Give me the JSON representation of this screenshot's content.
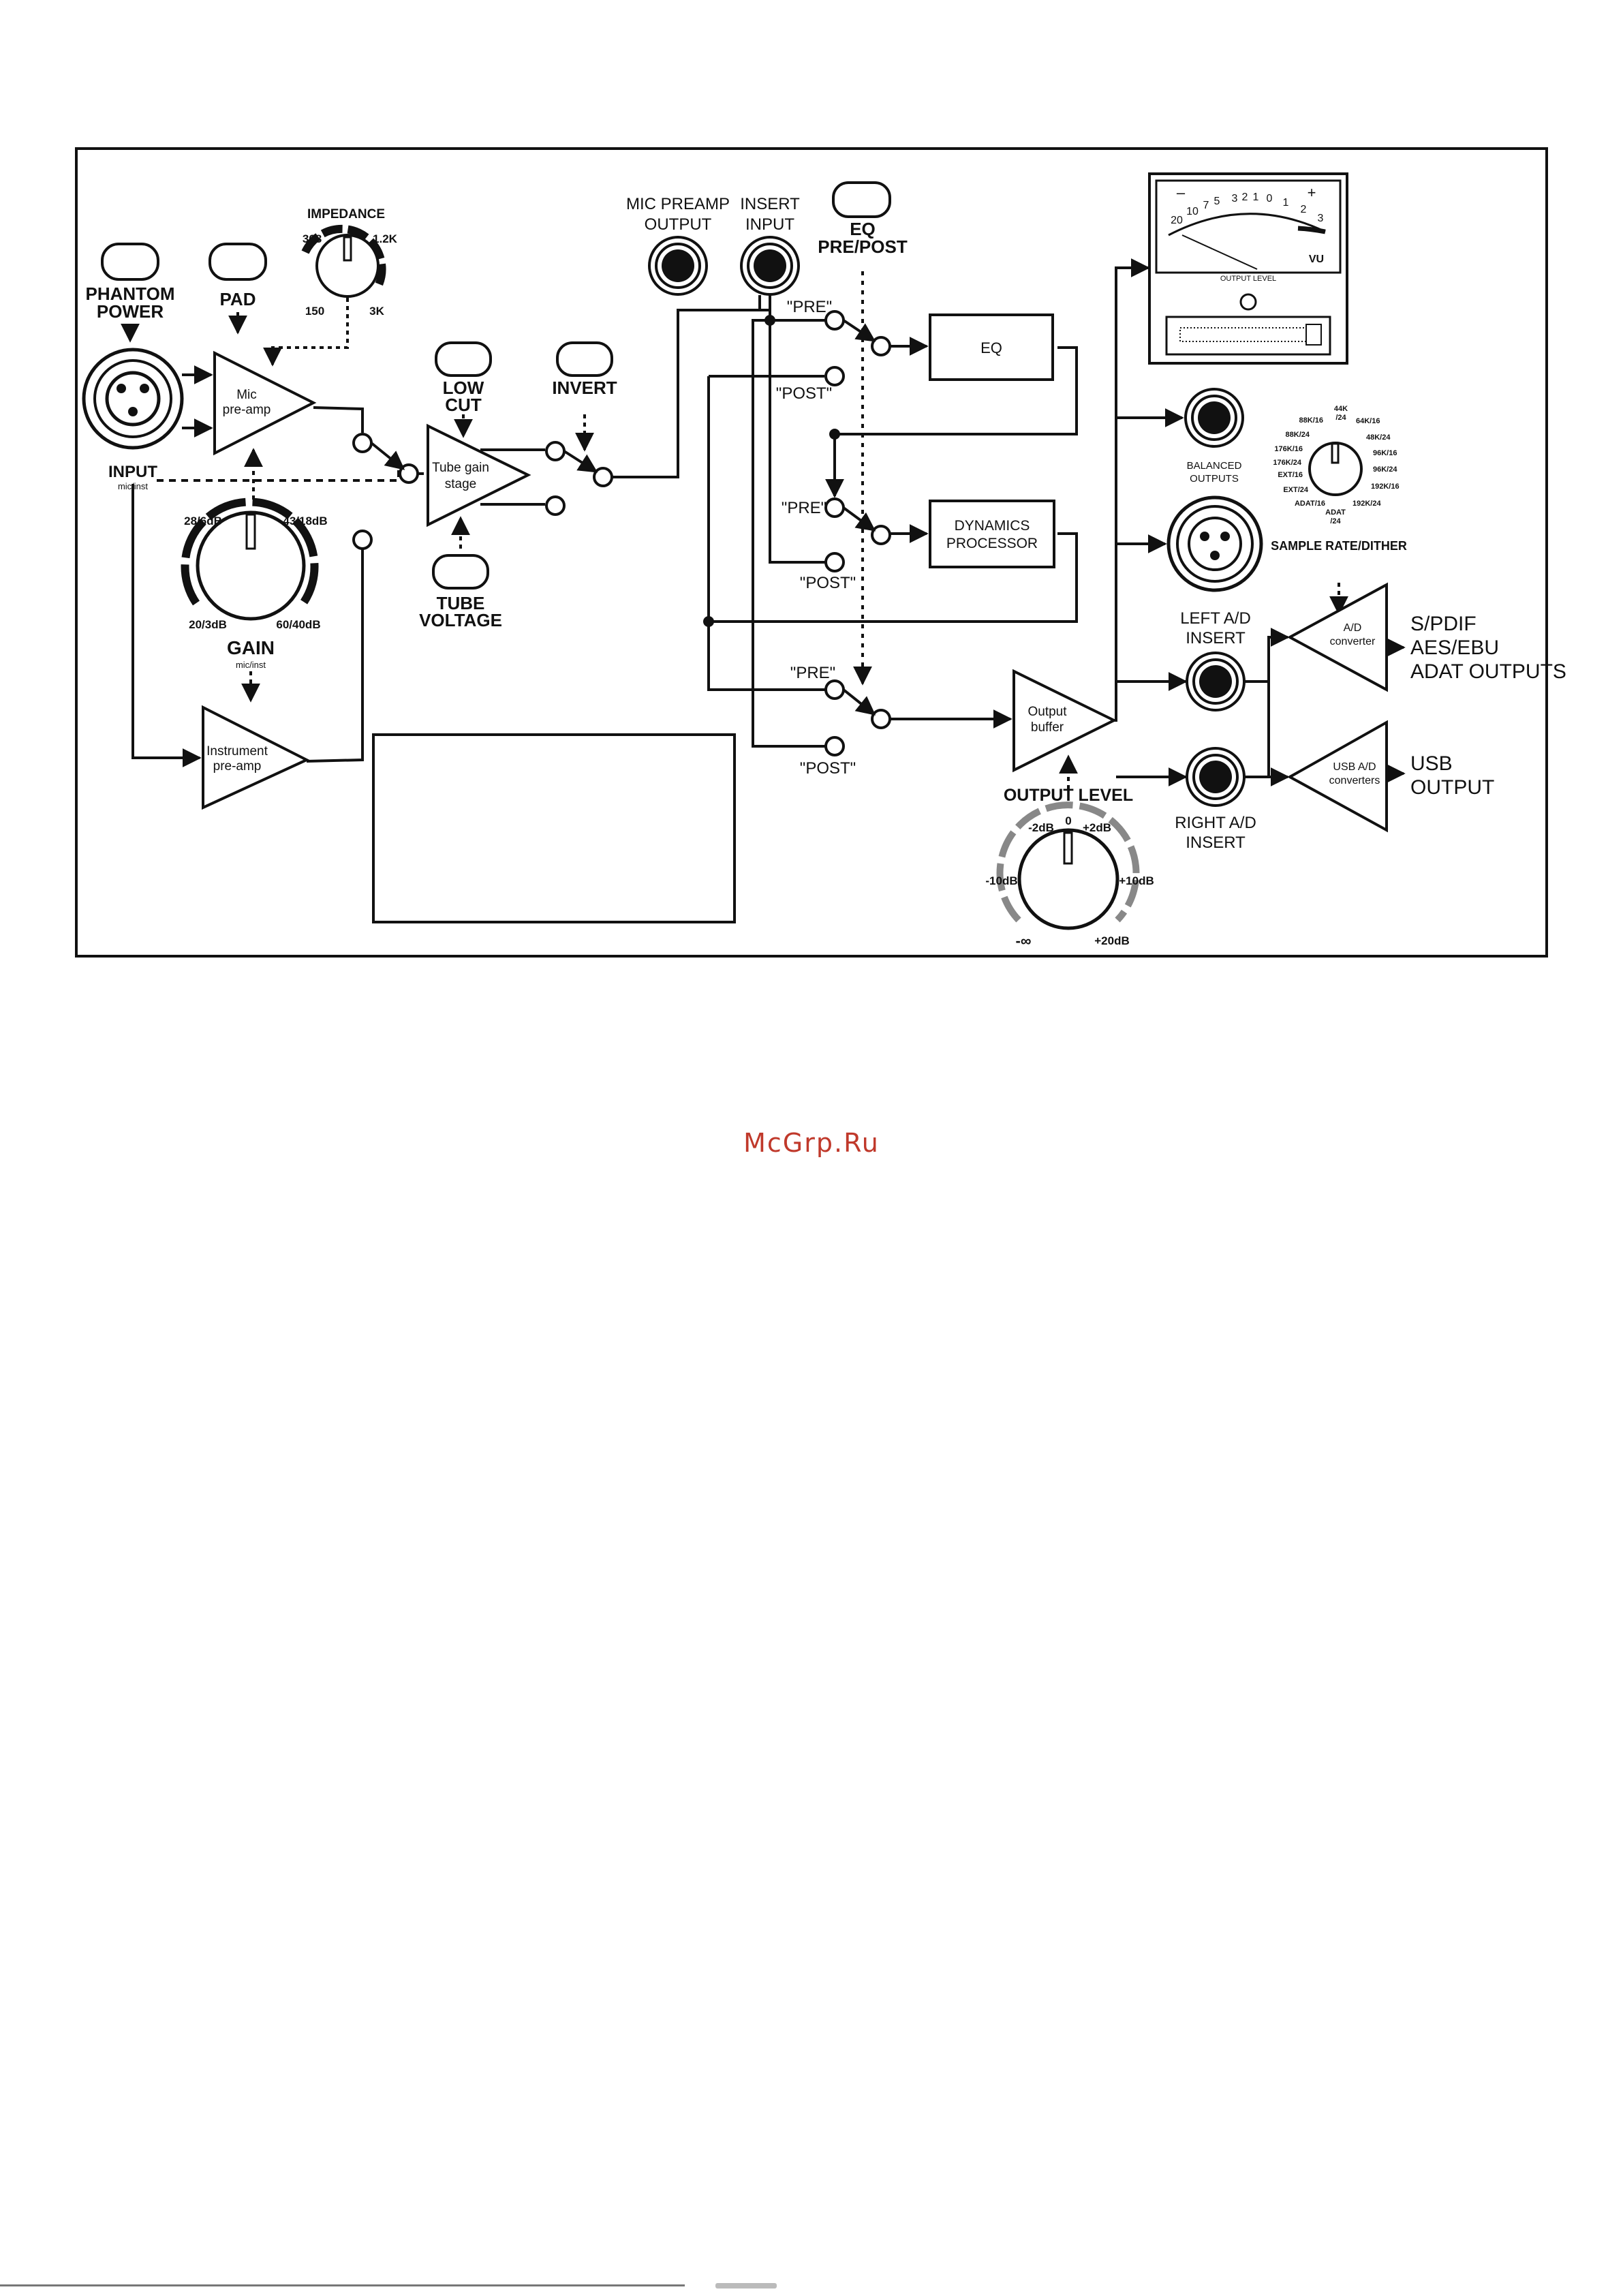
{
  "labels": {
    "phantom_power": [
      "PHANTOM",
      "POWER"
    ],
    "pad": "PAD",
    "impedance": "IMPEDANCE",
    "impedance_ticks": [
      "368",
      "1.2K",
      "150",
      "3K"
    ],
    "input": "INPUT",
    "input_sub": "mic/inst",
    "mic_preamp": [
      "Mic",
      "pre-amp"
    ],
    "gain_ticks": [
      "28/6dB",
      "43/18dB",
      "20/3dB",
      "60/40dB"
    ],
    "gain": "GAIN",
    "gain_sub": "mic/inst",
    "instrument_preamp": [
      "Instrument",
      "pre-amp"
    ],
    "low_cut": [
      "LOW",
      "CUT"
    ],
    "invert": "INVERT",
    "tube_gain_stage": [
      "Tube gain",
      "stage"
    ],
    "tube_voltage": [
      "TUBE",
      "VOLTAGE"
    ],
    "mic_preamp_output": [
      "MIC PREAMP",
      "OUTPUT"
    ],
    "insert_input": [
      "INSERT",
      "INPUT"
    ],
    "eq_pre_post": [
      "EQ",
      "PRE/POST"
    ],
    "pre": "\"PRE\"",
    "post": "\"POST\"",
    "eq": "EQ",
    "dynamics_processor": [
      "DYNAMICS",
      "PROCESSOR"
    ],
    "output_buffer": [
      "Output",
      "buffer"
    ],
    "output_level": "OUTPUT LEVEL",
    "output_level_ticks": [
      "0",
      "-2dB",
      "+2dB",
      "-10dB",
      "+10dB",
      "-∞",
      "+20dB"
    ],
    "vu_scale_top": [
      "20",
      "10",
      "7",
      "5",
      "3",
      "2",
      "1",
      "0",
      "1",
      "2",
      "3"
    ],
    "vu_minus": "–",
    "vu_plus": "+",
    "vu": "VU",
    "vu_caption": "OUTPUT LEVEL",
    "balanced_outputs": [
      "BALANCED",
      "OUTPUTS"
    ],
    "sample_rates": [
      "44K",
      "/24",
      "64K/16",
      "48K/24",
      "96K/16",
      "96K/24",
      "192K/16",
      "192K/24",
      "ADAT",
      "/24",
      "ADAT/16",
      "EXT/24",
      "EXT/16",
      "176K/24",
      "176K/16",
      "88K/24",
      "88K/16"
    ],
    "sample_rate_dither": "SAMPLE RATE/DITHER",
    "left_ad_insert": [
      "LEFT A/D",
      "INSERT"
    ],
    "right_ad_insert": [
      "RIGHT A/D",
      "INSERT"
    ],
    "ad_converter": [
      "A/D",
      "converter"
    ],
    "usb_ad_converters": [
      "USB A/D",
      "converters"
    ],
    "spdif_outputs": [
      "S/PDIF",
      "AES/EBU",
      "ADAT OUTPUTS"
    ],
    "usb_output": [
      "USB",
      "OUTPUT"
    ]
  },
  "watermark": "McGrp.Ru"
}
